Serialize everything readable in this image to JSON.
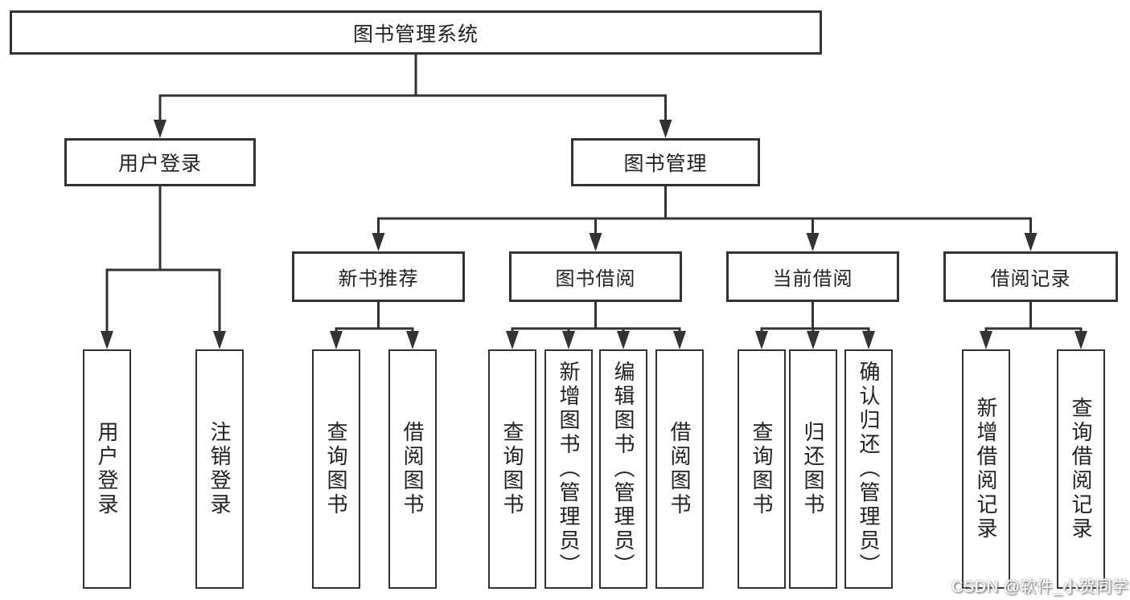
{
  "tree": {
    "label": "图书管理系统",
    "children": [
      {
        "label": "用户登录",
        "children": [
          {
            "label": "用户登录"
          },
          {
            "label": "注销登录"
          }
        ]
      },
      {
        "label": "图书管理",
        "children": [
          {
            "label": "新书推荐",
            "children": [
              {
                "label": "查询图书"
              },
              {
                "label": "借阅图书"
              }
            ]
          },
          {
            "label": "图书借阅",
            "children": [
              {
                "label": "查询图书"
              },
              {
                "label": "新增图书（管理员）"
              },
              {
                "label": "编辑图书（管理员）"
              },
              {
                "label": "借阅图书"
              }
            ]
          },
          {
            "label": "当前借阅",
            "children": [
              {
                "label": "查询图书"
              },
              {
                "label": "归还图书"
              },
              {
                "label": "确认归还（管理员）"
              }
            ]
          },
          {
            "label": "借阅记录",
            "children": [
              {
                "label": "新增借阅记录"
              },
              {
                "label": "查询借阅记录"
              }
            ]
          }
        ]
      }
    ]
  },
  "watermark": {
    "text": "CSDN @软件_小贺同学"
  },
  "colors": {
    "line": "#333333",
    "box_border": "#333333",
    "text": "#222222",
    "background": "#ffffff",
    "watermark_text": "#ffffff"
  }
}
